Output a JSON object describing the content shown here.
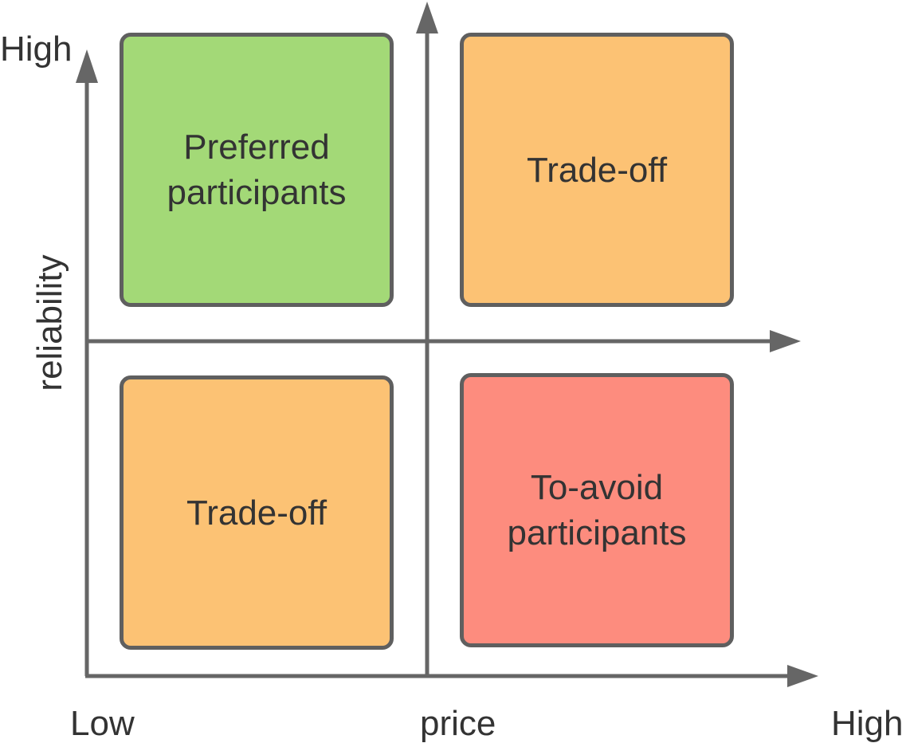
{
  "colors": {
    "axis": "#666666",
    "box_border": "#5f5f5f",
    "preferred": "#a3d977",
    "trade_off": "#fcc274",
    "to_avoid": "#fd8c7e",
    "text": "#333333"
  },
  "axes": {
    "y_title": "reliability",
    "y_high_label": "High",
    "x_title": "price",
    "x_low_label": "Low",
    "x_high_label": "High"
  },
  "quadrants": {
    "top_left": {
      "label": "Preferred\nparticipants",
      "color_key": "preferred"
    },
    "top_right": {
      "label": "Trade-off",
      "color_key": "trade_off"
    },
    "bottom_left": {
      "label": "Trade-off",
      "color_key": "trade_off"
    },
    "bottom_right": {
      "label": "To-avoid\nparticipants",
      "color_key": "to_avoid"
    }
  }
}
